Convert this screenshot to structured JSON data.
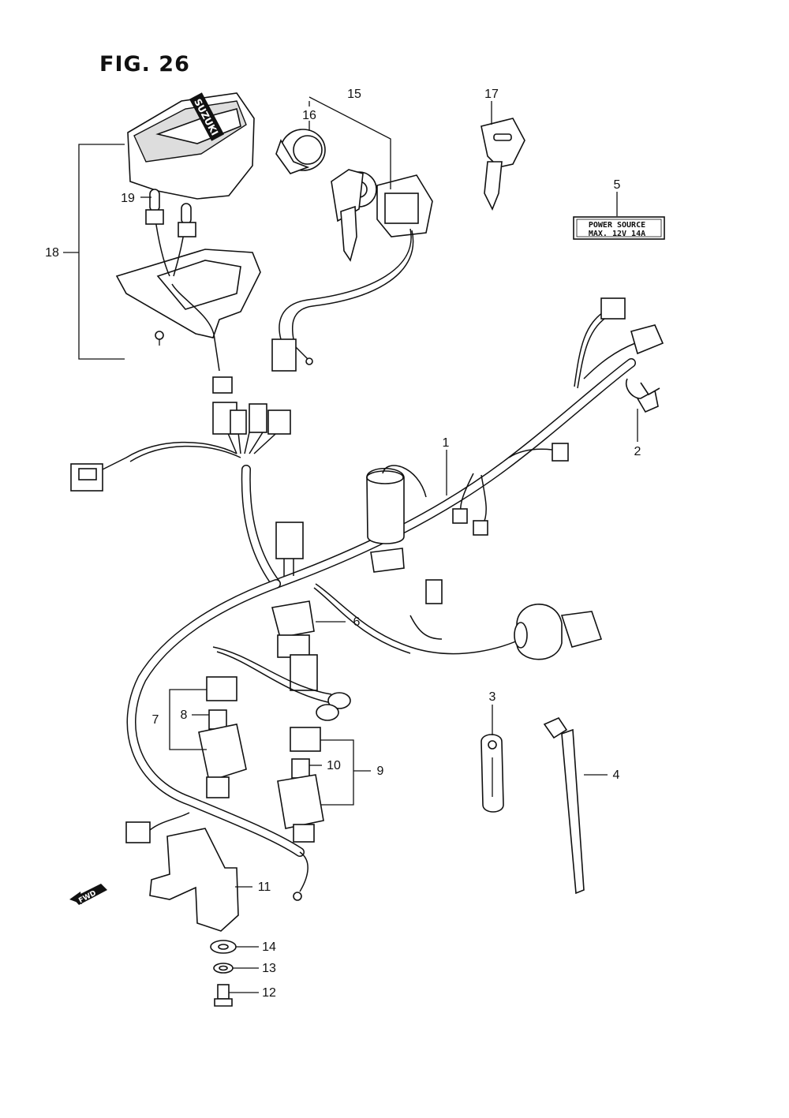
{
  "figure": {
    "title": "FIG. 26"
  },
  "callouts": {
    "harness": "1",
    "clamp": "2",
    "clamp_small": "3",
    "cable_tie": "4",
    "label_plate": "5",
    "relay": "6",
    "fuse_holder_a": "7",
    "fuse_a": "8",
    "fuse_holder_b": "9",
    "fuse_b": "10",
    "bracket": "11",
    "bolt": "12",
    "lock_washer": "13",
    "washer": "14",
    "ignition_switch": "15",
    "switch_cap": "16",
    "key": "17",
    "indicator_assembly": "18",
    "bulb": "19"
  },
  "label_plate": {
    "line1": "POWER  SOURCE",
    "line2": "MAX.  12V  14A"
  },
  "indicator_logo": "SUZUKI",
  "fwd_arrow": "FWD"
}
